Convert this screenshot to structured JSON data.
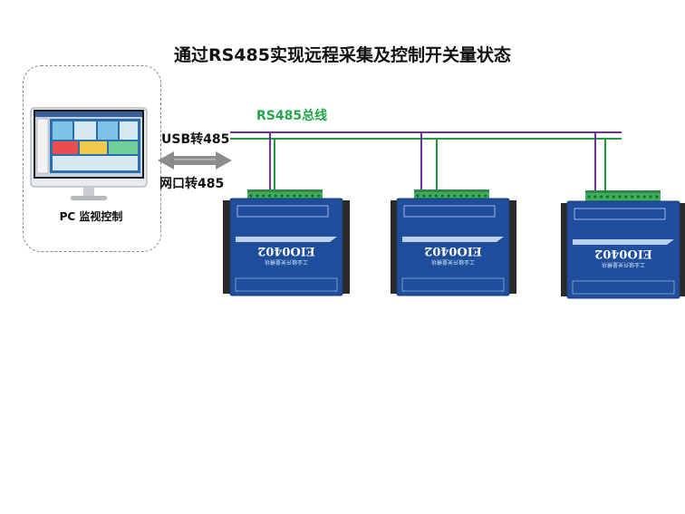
{
  "title": "通过RS485实现远程采集及控制开关量状态",
  "pc": {
    "label": "PC 监视控制"
  },
  "bus": {
    "label": "RS485总线"
  },
  "converters": {
    "usb": "USB转485",
    "lan": "网口转485"
  },
  "devices": [
    {
      "model": "EIO0402",
      "subtitle": "工业级开关量模块"
    },
    {
      "model": "EIO0402",
      "subtitle": "工业级开关量模块"
    },
    {
      "model": "EIO0402",
      "subtitle": "工业级开关量模块"
    }
  ],
  "colors": {
    "bus_purple": "#7030a0",
    "bus_green": "#1f9a3c",
    "device_blue": "#1f4f9c",
    "terminal_green": "#3fae5a",
    "arrow": "#8c8c8c"
  }
}
